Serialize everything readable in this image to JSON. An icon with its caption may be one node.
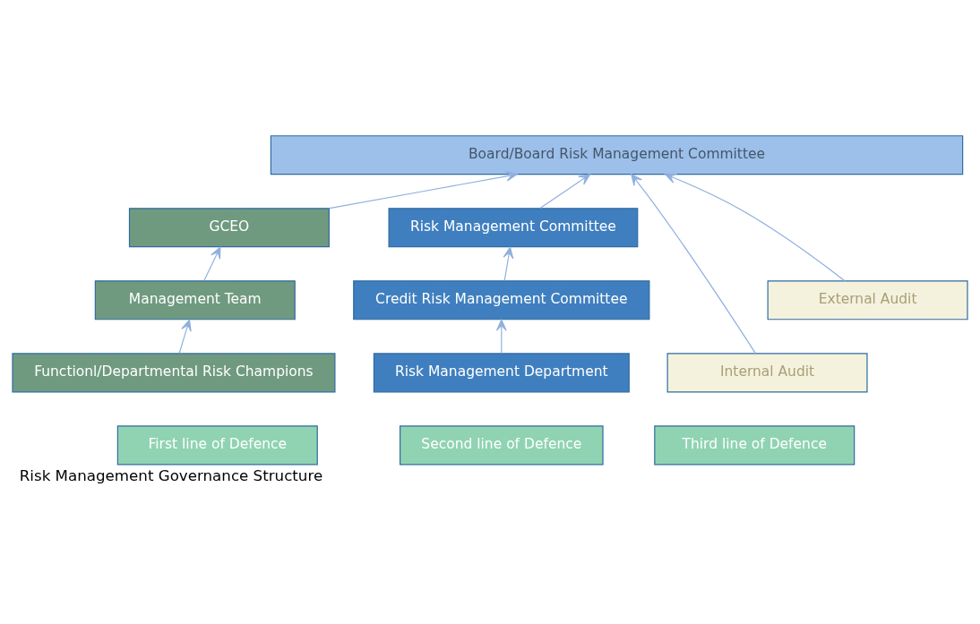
{
  "diagram": {
    "caption": "Risk Management Governance Structure",
    "nodes": [
      {
        "text": [
          "Board/Board Risk Management Committee"
        ]
      },
      {
        "text": [
          "GCEO"
        ]
      },
      {
        "text": [
          "Management Team"
        ]
      },
      {
        "text": [
          "Functionl/Departmental Risk Champions"
        ]
      },
      {
        "text": [
          "Risk Management Committee"
        ]
      },
      {
        "text": [
          "Credit Risk Management Committee"
        ]
      },
      {
        "text": [
          "External Audit"
        ]
      },
      {
        "text": [
          "Risk Management Department"
        ]
      },
      {
        "text": [
          "Internal Audit"
        ]
      },
      {
        "text": [
          "First line of Defence"
        ]
      },
      {
        "text": [
          "Second line of Defence"
        ]
      },
      {
        "text": [
          "Third line of Defence"
        ]
      }
    ],
    "edges": [
      {
        "from": 1,
        "to": 0,
        "arrow": "to"
      },
      {
        "from": 2,
        "to": 1,
        "arrow": "to"
      },
      {
        "from": 3,
        "to": 2,
        "arrow": "to"
      },
      {
        "from": 4,
        "to": 0,
        "arrow": "to"
      },
      {
        "from": 5,
        "to": 4,
        "arrow": "to"
      },
      {
        "from": 7,
        "to": 5,
        "arrow": "to"
      },
      {
        "from": 6,
        "to": 0,
        "arrow": "to"
      },
      {
        "from": 8,
        "to": 0,
        "arrow": "to"
      }
    ]
  }
}
